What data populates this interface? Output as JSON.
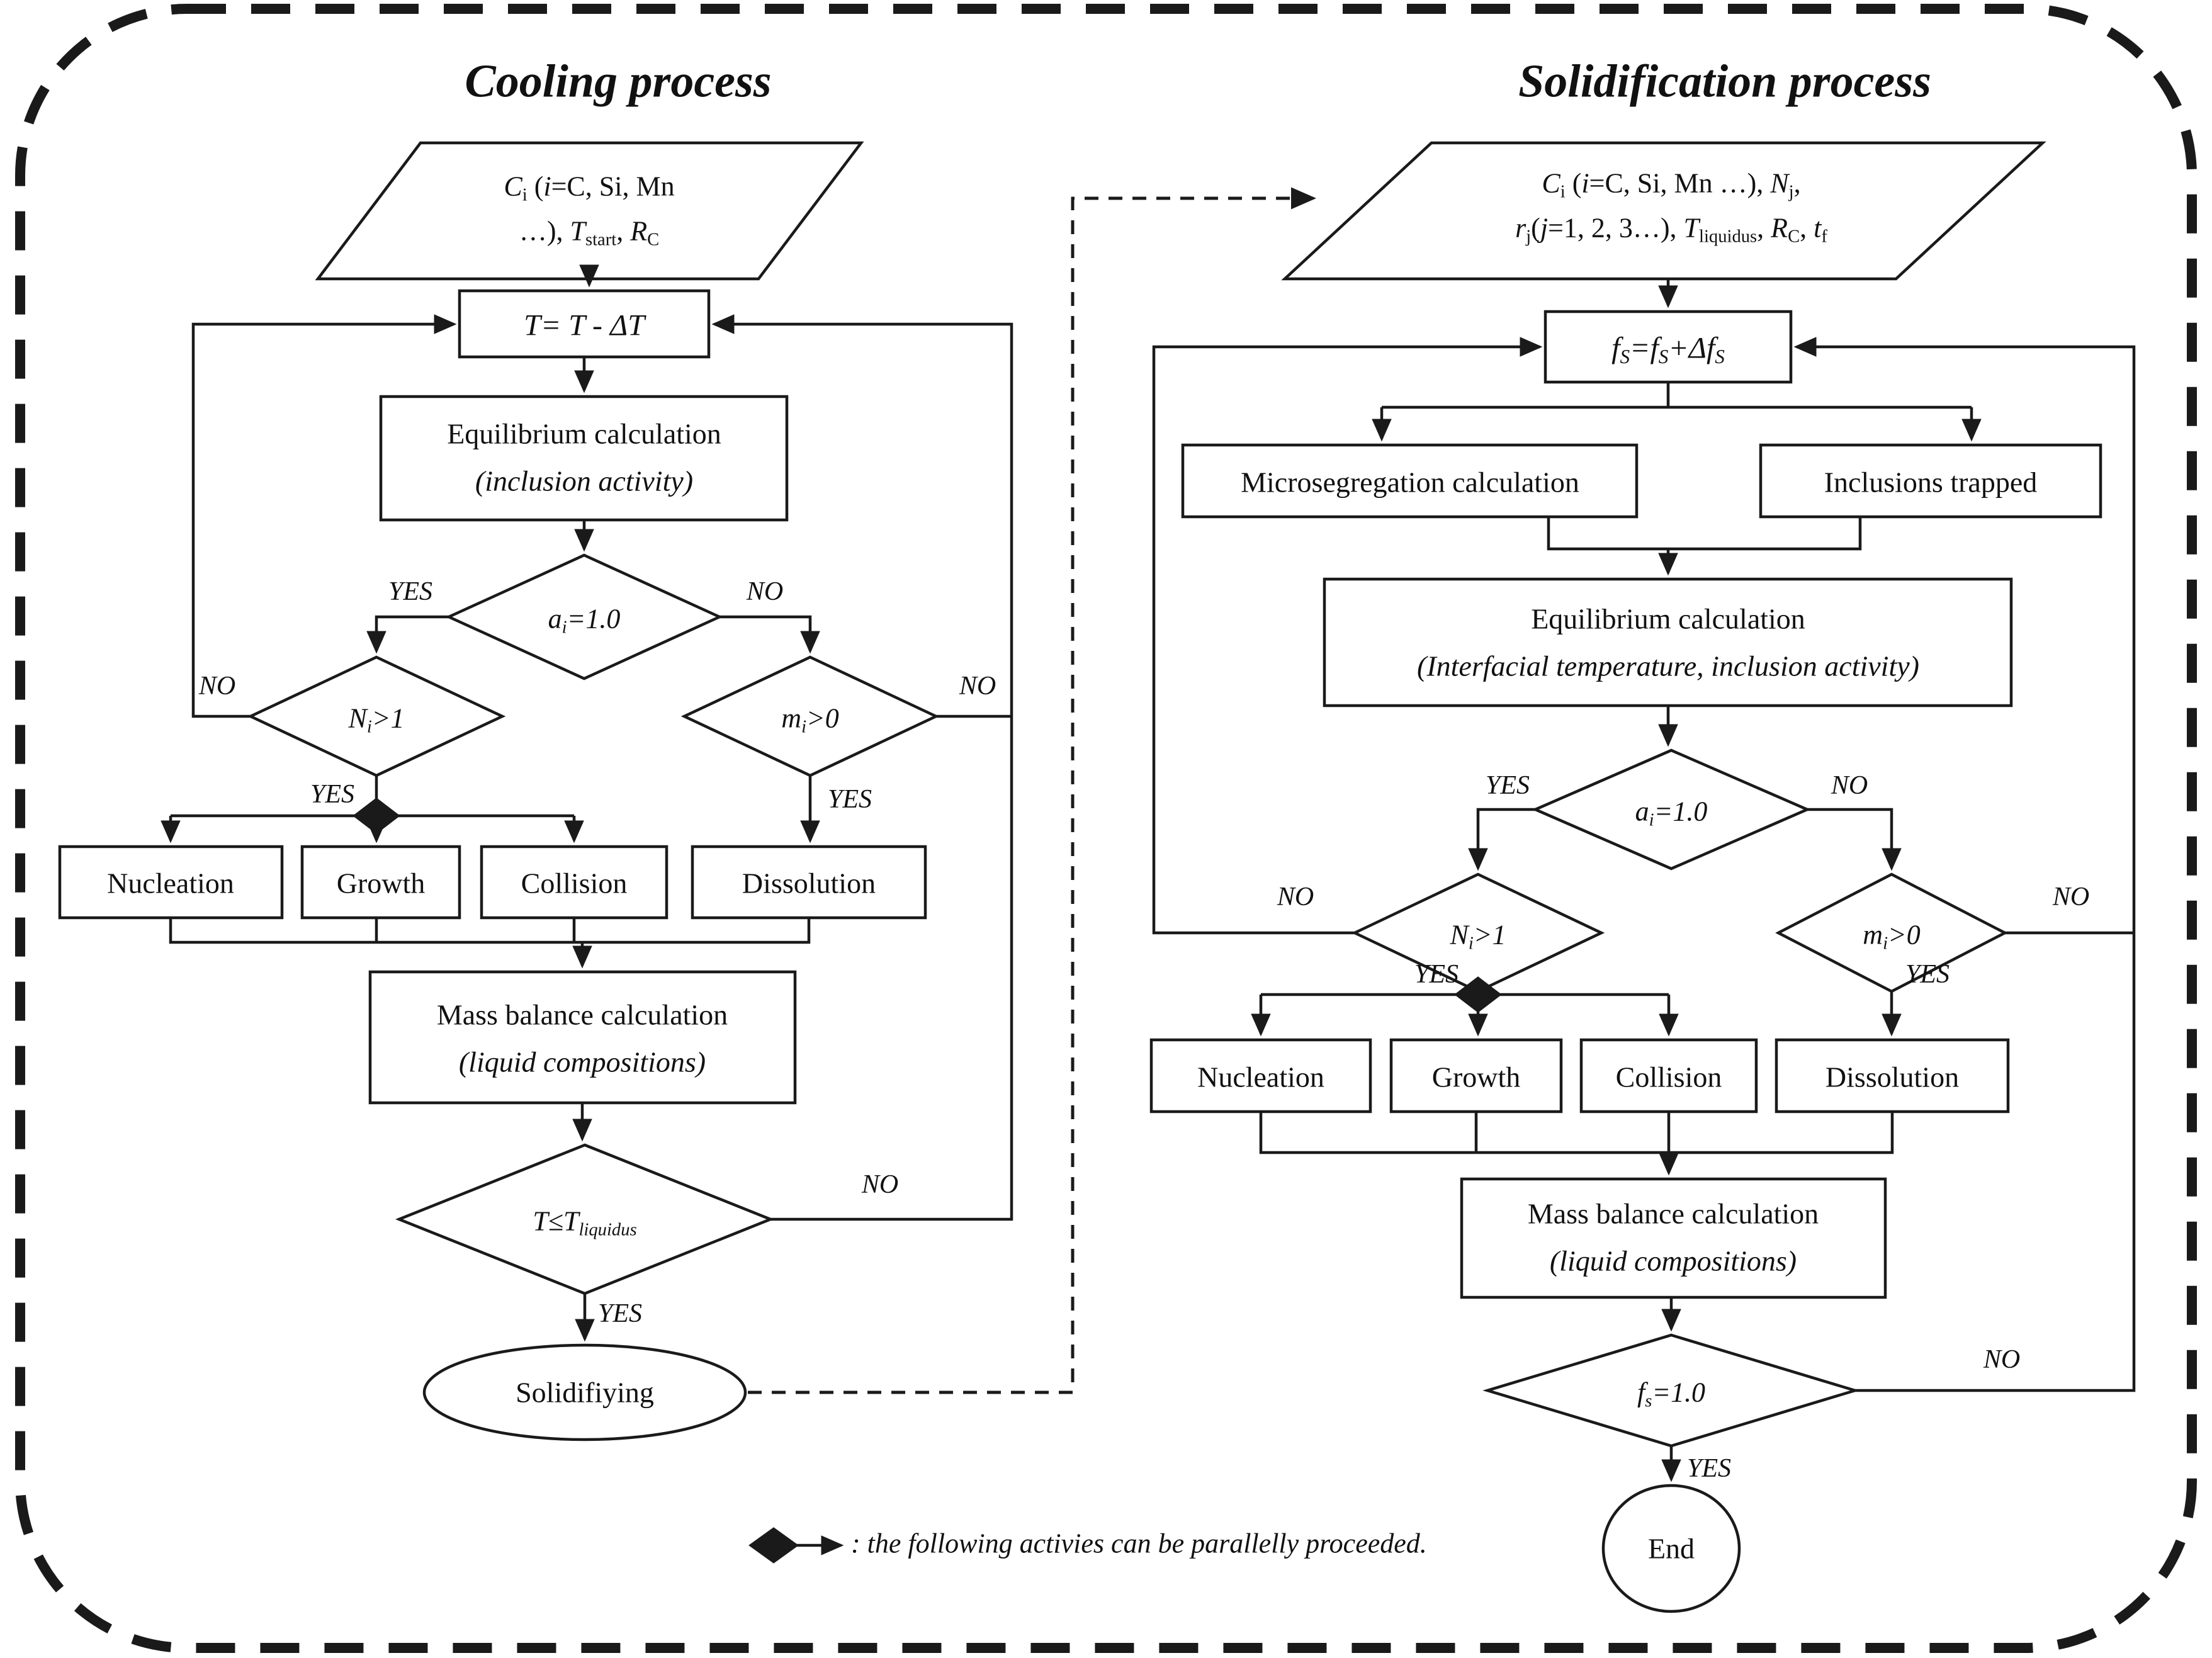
{
  "figure": {
    "labels": {
      "yes": "YES",
      "no": "NO"
    },
    "legend": {
      "text": ": the following activies can be parallelly proceeded."
    },
    "cooling": {
      "title": "Cooling process",
      "input": {
        "line1": "*C*_{i} (*i*=C, Si, Mn",
        "line2": "…), *T*_{start}, *R*_{C}"
      },
      "step": "T= T - ΔT",
      "equilibrium": {
        "line1": "Equilibrium calculation",
        "line2": "(inclusion activity)"
      },
      "d_activity": "a_{i}=1.0",
      "d_number": "N_{i}>1",
      "d_mass": "m_{i}>0",
      "nucleation": "Nucleation",
      "growth": "Growth",
      "collision": "Collision",
      "dissolution": "Dissolution",
      "mass_balance": {
        "line1": "Mass balance calculation",
        "line2": "(liquid compositions)"
      },
      "d_liquidus": "T≤T_{liquidus}",
      "terminal": "Solidifiying"
    },
    "solidification": {
      "title": "Solidification process",
      "input": {
        "line1": "*C*_{i} (*i*=C, Si, Mn …), *N*_{j},",
        "line2": "*r*_{j}(*j*=1, 2, 3…), *T*_{liquidus}, *R*_{C}, *t*_{f}"
      },
      "step": "f_{S}=f_{S}+Δf_{S}",
      "microsegregation": "Microsegregation calculation",
      "inclusions": "Inclusions trapped",
      "equilibrium": {
        "line1": "Equilibrium calculation",
        "line2": "(Interfacial temperature, inclusion activity)"
      },
      "d_activity": "a_{i}=1.0",
      "d_number": "N_{i}>1",
      "d_mass": "m_{i}>0",
      "nucleation": "Nucleation",
      "growth": "Growth",
      "collision": "Collision",
      "dissolution": "Dissolution",
      "mass_balance": {
        "line1": "Mass balance calculation",
        "line2": "(liquid compositions)"
      },
      "d_fraction": "f_{s}=1.0",
      "terminal": "End"
    }
  }
}
